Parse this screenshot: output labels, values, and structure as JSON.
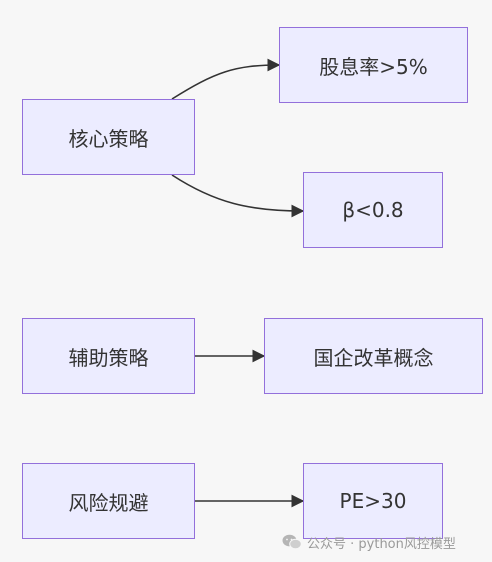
{
  "nodes": {
    "core_strategy": "核心策略",
    "dividend_yield": "股息率>5%",
    "beta": "β<0.8",
    "aux_strategy": "辅助策略",
    "soe_reform": "国企改革概念",
    "risk_avoid": "风险规避",
    "pe": "PE>30"
  },
  "watermark": {
    "text": "公众号 · python风控模型",
    "icon": "wechat-icon"
  }
}
